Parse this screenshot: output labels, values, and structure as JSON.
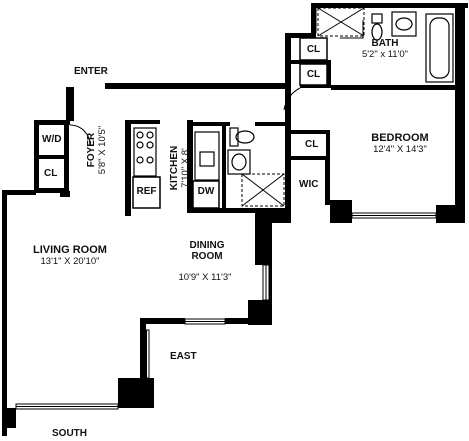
{
  "rooms": {
    "bath": {
      "name": "BATH",
      "dims": "5'2\" x 11'0\""
    },
    "bedroom": {
      "name": "BEDROOM",
      "dims": "12'4\" X 14'3\""
    },
    "foyer": {
      "name": "FOYER",
      "dims": "5'8\" X 10'5\""
    },
    "kitchen": {
      "name": "KITCHEN",
      "dims": "7'10\" X 8'"
    },
    "dining": {
      "name": "DINING",
      "name2": "ROOM",
      "dims": "10'9\" X 11'3\""
    },
    "living": {
      "name": "LIVING ROOM",
      "dims": "13'1\" X 20'10\""
    }
  },
  "closets": {
    "cl": "CL",
    "wd": "W/D",
    "wic": "WIC"
  },
  "appliances": {
    "ref": "REF",
    "dw": "DW"
  },
  "labels": {
    "enter": "ENTER",
    "east": "EAST",
    "south": "SOUTH"
  }
}
